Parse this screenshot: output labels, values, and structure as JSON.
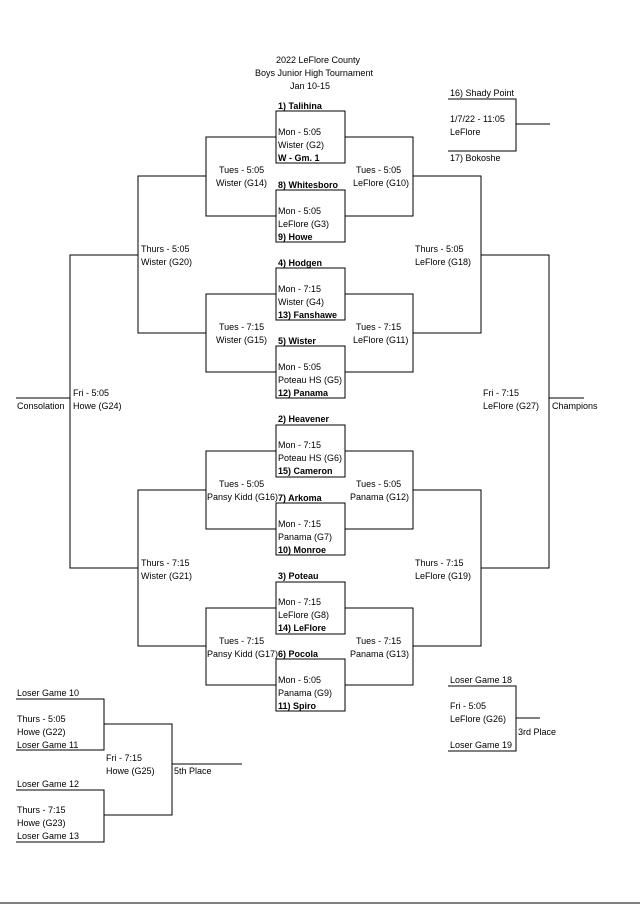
{
  "header": {
    "line1": "2022 LeFlore County",
    "line2": "Boys Junior High Tournament",
    "line3": "Jan 10-15"
  },
  "first_round": [
    {
      "top": "1) Talihina",
      "time": "Mon - 5:05",
      "site": "Wister (G2)",
      "bottom": "W - Gm. 1"
    },
    {
      "top": "8) Whitesboro",
      "time": "Mon - 5:05",
      "site": "LeFlore (G3)",
      "bottom": "9) Howe"
    },
    {
      "top": "4) Hodgen",
      "time": "Mon - 7:15",
      "site": "Wister (G4)",
      "bottom": "13) Fanshawe"
    },
    {
      "top": "5) Wister",
      "time": "Mon - 5:05",
      "site": "Poteau HS (G5)",
      "bottom": "12) Panama"
    },
    {
      "top": "2) Heavener",
      "time": "Mon - 7:15",
      "site": "Poteau HS (G6)",
      "bottom": "15) Cameron"
    },
    {
      "top": "7)  Arkoma",
      "time": "Mon - 7:15",
      "site": "Panama (G7)",
      "bottom": "10) Monroe"
    },
    {
      "top": "3) Poteau",
      "time": "Mon - 7:15",
      "site": "LeFlore (G8)",
      "bottom": "14) LeFlore"
    },
    {
      "top": "6) Pocola",
      "time": "Mon - 5:05",
      "site": "Panama (G9)",
      "bottom": "11) Spiro"
    }
  ],
  "play_in": {
    "top": "16) Shady Point",
    "time": "1/7/22 - 11:05",
    "site": "LeFlore",
    "bottom": "17) Bokoshe"
  },
  "second_round_left": [
    {
      "time": "Tues - 5:05",
      "site": "Wister (G14)"
    },
    {
      "time": "Tues - 7:15",
      "site": "Wister (G15)"
    },
    {
      "time": "Tues - 5:05",
      "site": "Pansy Kidd (G16)"
    },
    {
      "time": "Tues - 7:15",
      "site": "Pansy Kidd (G17)"
    }
  ],
  "second_round_right": [
    {
      "time": "Tues - 5:05",
      "site": "LeFlore (G10)"
    },
    {
      "time": "Tues - 7:15",
      "site": "LeFlore (G11)"
    },
    {
      "time": "Tues - 5:05",
      "site": "Panama (G12)"
    },
    {
      "time": "Tues - 7:15",
      "site": "Panama (G13)"
    }
  ],
  "semis_left": [
    {
      "time": "Thurs - 5:05",
      "site": "Wister (G20)"
    },
    {
      "time": "Thurs - 7:15",
      "site": "Wister (G21)"
    }
  ],
  "semis_right": [
    {
      "time": "Thurs - 5:05",
      "site": "LeFlore (G18)"
    },
    {
      "time": "Thurs - 7:15",
      "site": "LeFlore (G19)"
    }
  ],
  "final_left": {
    "time": "Fri - 5:05",
    "site": "Howe (G24)",
    "label": "Consolation"
  },
  "final_right": {
    "time": "Fri - 7:15",
    "site": "LeFlore (G27)",
    "label": "Champions"
  },
  "third_place": {
    "top": "Loser Game 18",
    "time": "Fri - 5:05",
    "site": "LeFlore (G26)",
    "bottom": "Loser Game 19",
    "label": "3rd Place"
  },
  "fifth_place": {
    "a": {
      "top": "Loser Game 10",
      "time": "Thurs - 5:05",
      "site": "Howe (G22)",
      "bottom": "Loser Game 11"
    },
    "b": {
      "top": "Loser Game 12",
      "time": "Thurs - 7:15",
      "site": "Howe (G23)",
      "bottom": "Loser Game 13"
    },
    "final": {
      "time": "Fri - 7:15",
      "site": "Howe (G25)",
      "label": "5th Place"
    }
  }
}
